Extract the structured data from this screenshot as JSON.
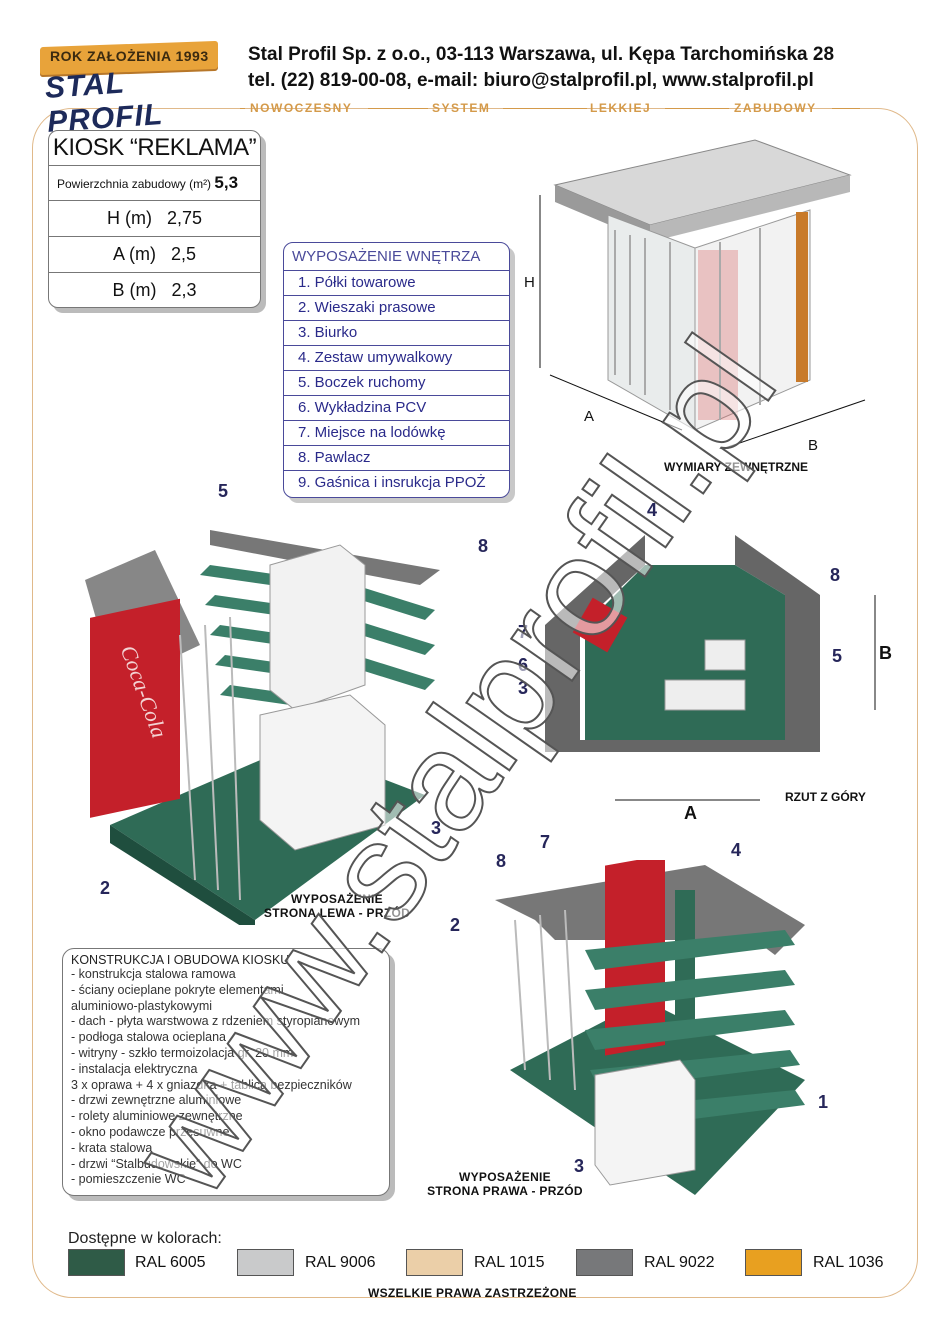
{
  "header": {
    "logo_year": "ROK ZAŁOŻENIA 1993",
    "logo_name": "STAL PROFIL",
    "line1": "Stal Profil Sp. z o.o., 03-113 Warszawa, ul. Kępa Tarchomińska 28",
    "line2": "tel. (22) 819-00-08,  e-mail: biuro@stalprofil.pl,  www.stalprofil.pl",
    "tagline": [
      "NOWOCZESNY",
      "SYSTEM",
      "LEKKIEJ",
      "ZABUDOWY"
    ]
  },
  "spec": {
    "title": "KIOSK “REKLAMA”",
    "area_label": "Powierzchnia zabudowy (m²)",
    "area_value": "5,3",
    "rows": [
      {
        "label": "H (m)",
        "value": "2,75"
      },
      {
        "label": "A (m)",
        "value": "2,5"
      },
      {
        "label": "B (m)",
        "value": "2,3"
      }
    ]
  },
  "equipment": {
    "title": "WYPOSAŻENIE WNĘTRZA",
    "items": [
      "1.  Półki towarowe",
      "2.  Wieszaki prasowe",
      "3.  Biurko",
      "4.  Zestaw umywalkowy",
      "5.  Boczek ruchomy",
      "6.  Wykładzina PCV",
      "7.  Miejsce na lodówkę",
      "8.  Pawlacz",
      "9.  Gaśnica i insrukcja PPOŻ"
    ]
  },
  "views": {
    "exterior_caption": "WYMIARY ZEWNĘTRZNE",
    "exterior_dims": {
      "h": "H",
      "a": "A",
      "b": "B"
    },
    "top_caption": "RZUT Z GÓRY",
    "top_dims": {
      "a": "A",
      "b": "B"
    },
    "left_caption": [
      "WYPOSAŻENIE",
      "STRONA LEWA - PRZÓD"
    ],
    "right_caption": [
      "WYPOSAŻENIE",
      "STRONA PRAWA - PRZÓD"
    ],
    "left_callouts": [
      "5",
      "8",
      "2",
      "3"
    ],
    "top_callouts": [
      "4",
      "8",
      "7",
      "6",
      "3",
      "5"
    ],
    "right_callouts": [
      "7",
      "8",
      "4",
      "2",
      "1",
      "3"
    ],
    "brand_text": "Coca-Cola"
  },
  "construction": {
    "title": "KONSTRUKCJA I OBUDOWA KIOSKU",
    "lines": [
      "- konstrukcja stalowa ramowa",
      "- ściany ocieplane pokryte elementami",
      "   aluminiowo-plastykowymi",
      "- dach - płyta warstwowa z rdzeniem styropianowym",
      "- podłoga stalowa ocieplana",
      "- witryny - szkło termoizolacja gr. 20 mm",
      "- instalacja elektryczna",
      "   3 x oprawa + 4 x gniazdka + tablica bezpieczników",
      "- drzwi zewnętrzne aluminiowe",
      "- rolety aluminiowe zewnętrzne",
      "- okno podawcze przesuwne",
      "- krata stalowa",
      "- drzwi “Stalbudowskie” do WC",
      "- pomieszczenie WC"
    ]
  },
  "colors": {
    "title": "Dostępne w kolorach:",
    "swatches": [
      {
        "label": "RAL 6005",
        "hex": "#2f5b47"
      },
      {
        "label": "RAL 9006",
        "hex": "#c9cacb"
      },
      {
        "label": "RAL 1015",
        "hex": "#ebcfa8"
      },
      {
        "label": "RAL 9022",
        "hex": "#77787a"
      },
      {
        "label": "RAL 1036",
        "hex": "#e8a020"
      }
    ]
  },
  "footer": {
    "rights": "WSZELKIE PRAWA ZASTRZEŻONE"
  },
  "watermark": "www.stalprofil.pl"
}
